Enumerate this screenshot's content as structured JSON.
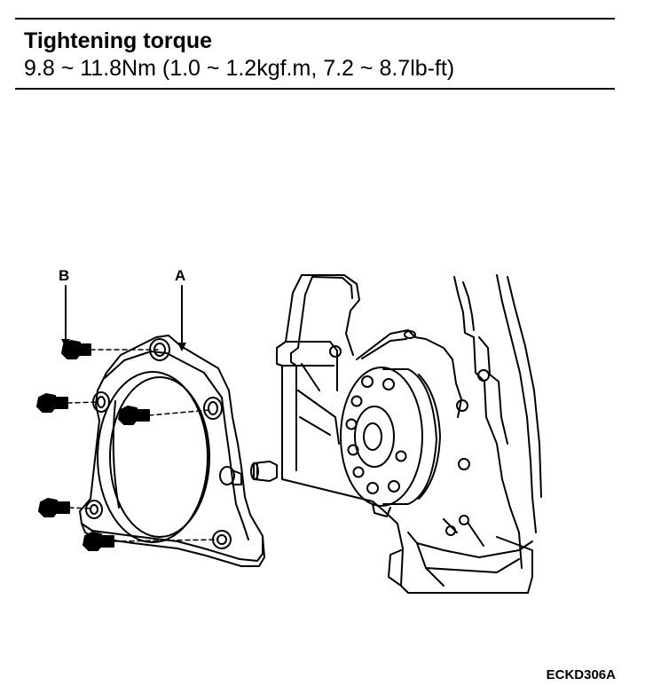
{
  "spec": {
    "title": "Tightening torque",
    "value": "9.8 ~ 11.8Nm (1.0 ~ 1.2kgf.m, 7.2 ~ 8.7lb-ft)"
  },
  "diagram": {
    "label_a": "A",
    "label_b": "B",
    "figure_code": "ECKD306A"
  }
}
